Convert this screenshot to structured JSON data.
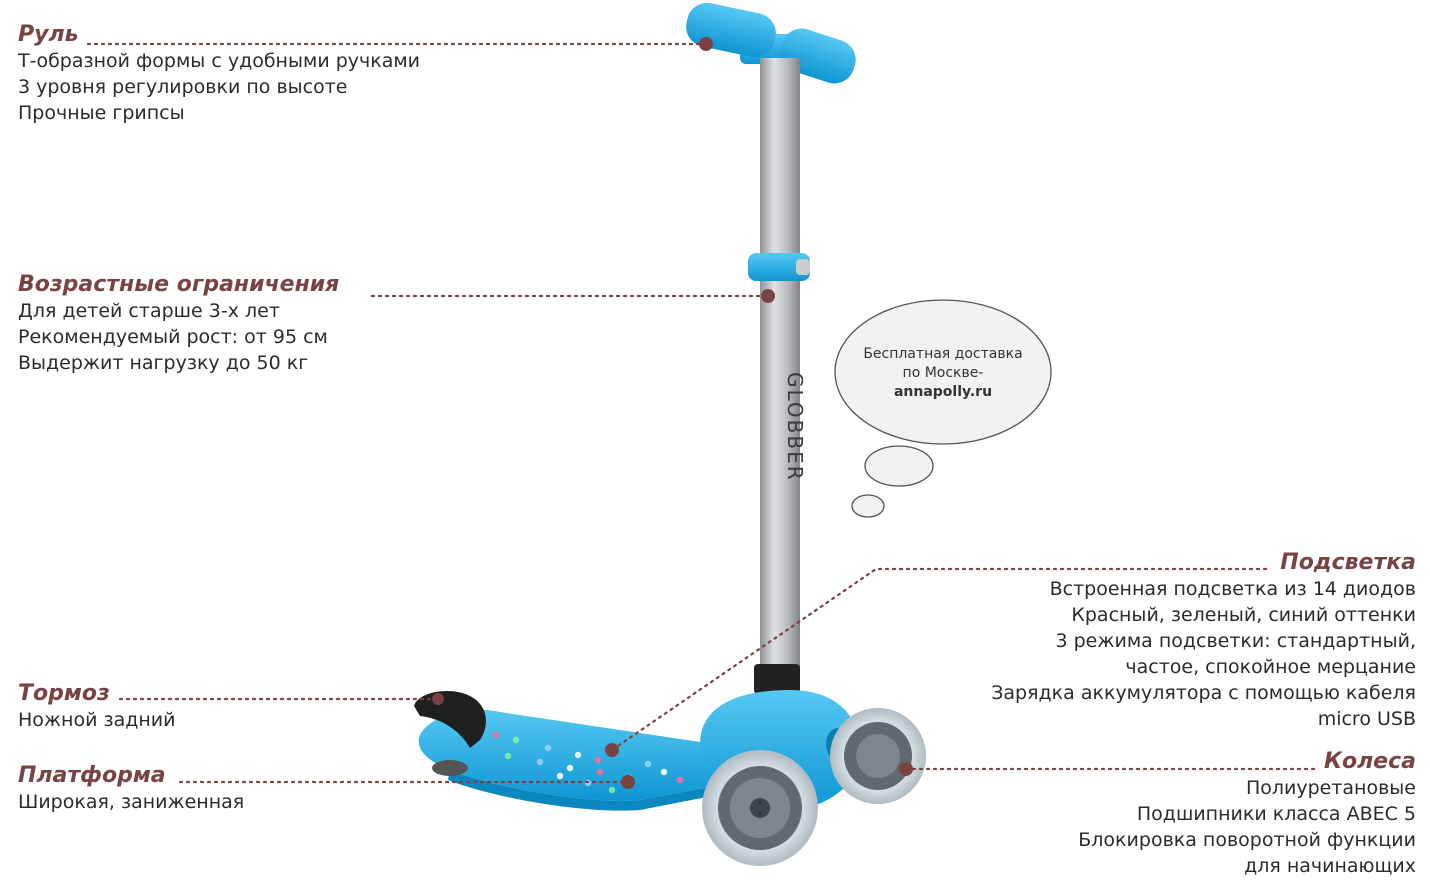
{
  "features": {
    "handlebar": {
      "title": "Руль",
      "lines": [
        "Т-образной формы с удобными ручками",
        "3 уровня регулировки по высоте",
        "Прочные грипсы"
      ]
    },
    "age": {
      "title": "Возрастные ограничения",
      "lines": [
        "Для детей старше 3-х лет",
        "Рекомендуемый рост: от 95 см",
        "Выдержит нагрузку до 50 кг"
      ]
    },
    "brake": {
      "title": "Тормоз",
      "lines": [
        "Ножной задний"
      ]
    },
    "platform": {
      "title": "Платформа",
      "lines": [
        "Широкая, заниженная"
      ]
    },
    "lighting": {
      "title": "Подсветка",
      "lines": [
        "Встроенная подсветка из 14 диодов",
        "Красный, зеленый, синий оттенки",
        "3 режима подсветки: стандартный,",
        "частое, спокойное мерцание",
        "Зарядка аккумулятора с помощью кабеля",
        "micro USB"
      ]
    },
    "wheels": {
      "title": "Колеса",
      "lines": [
        "Полиуретановые",
        "Подшипники класса ABEC 5",
        "Блокировка поворотной функции",
        "для начинающих"
      ]
    }
  },
  "bubble": {
    "line1": "Бесплатная доставка",
    "line2": "по Москве-",
    "site": "annapolly.ru"
  },
  "brand_text": "GLOBBER",
  "colors": {
    "accent": "#7a4343",
    "scooter_blue": "#1eaee9",
    "pole": "#b8bcbf"
  }
}
